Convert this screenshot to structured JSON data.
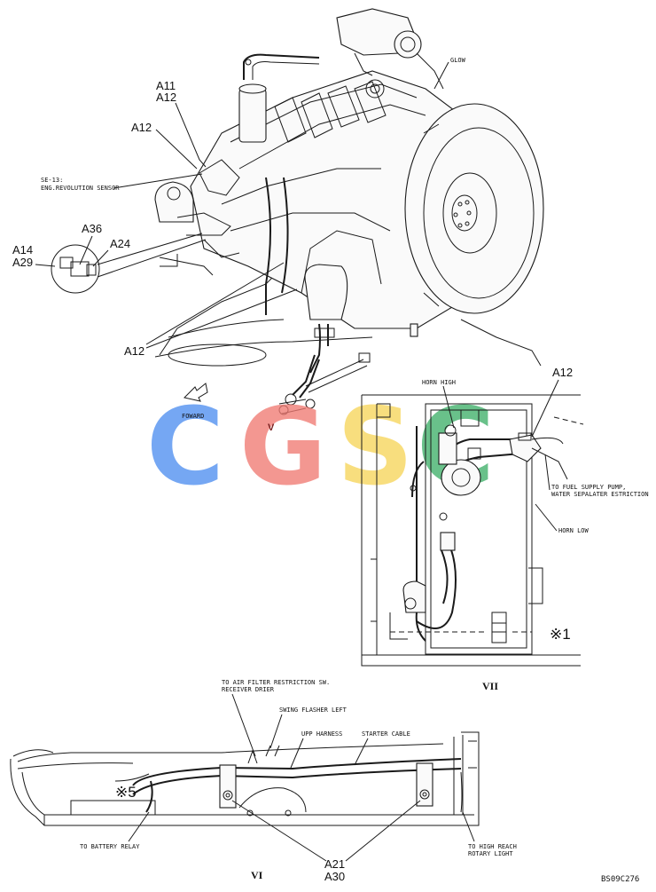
{
  "colors": {
    "line": "#1a1a1a",
    "watermark_c1": "#4f8ff0",
    "watermark_g": "#f07a73",
    "watermark_s": "#f7d55b",
    "watermark_c2": "#3fb06a"
  },
  "watermark": {
    "c1": "C",
    "g": "G",
    "s": "S",
    "c2": "C"
  },
  "engine": {
    "labels": {
      "a11": "A11",
      "a12_top": "A12",
      "a12_mid": "A12",
      "a36": "A36",
      "a24": "A24",
      "a14": "A14",
      "a29": "A29",
      "a12_bottom": "A12",
      "v_marker": "V"
    },
    "notes": {
      "se13_line1": "SE-13:",
      "se13_line2": "ENG.REVOLUTION SENSOR",
      "glow": "GLOW",
      "foward": "FOWARD"
    }
  },
  "view_vii": {
    "a12": "A12",
    "horn_high": "HORN HIGH",
    "fuel_line1": "TO FUEL SUPPLY PUMP,",
    "fuel_line2": "WATER SEPALATER ESTRICTION",
    "horn_low": "HORN LOW",
    "mark_1": "※1",
    "view_label": "VII"
  },
  "view_vi": {
    "air_filter_line1": "TO AIR FILTER RESTRICTION SW.",
    "air_filter_line2": "RECEIVER DRIER",
    "swing_flasher": "SWING FLASHER LEFT",
    "upp_harness": "UPP HARNESS",
    "starter_cable": "STARTER CABLE",
    "mark_5": "※5",
    "battery_relay": "TO BATTERY RELAY",
    "a21": "A21",
    "a30": "A30",
    "high_reach_line1": "TO HIGH REACH",
    "high_reach_line2": "ROTARY LIGHT",
    "view_label": "VI"
  },
  "footer": {
    "code": "BS09C276"
  }
}
